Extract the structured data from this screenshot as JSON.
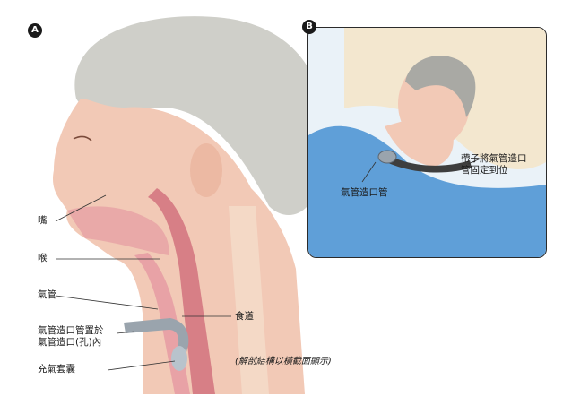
{
  "panel_a": {
    "badge": "A",
    "labels": {
      "mouth": "嘴",
      "throat": "喉",
      "trachea": "氣管",
      "tube_placement_line1": "氣管造口管置於",
      "tube_placement_line2": "氣管造口(孔)內",
      "cuff": "充氣套囊",
      "esophagus": "食道",
      "cross_section_note": "(解剖結構以橫截面顯示)"
    }
  },
  "panel_b": {
    "badge": "B",
    "labels": {
      "tube": "氣管造口管",
      "strap_line1": "帶子將氣管造口",
      "strap_line2": "管固定到位"
    }
  },
  "colors": {
    "skin": "#f2c9b6",
    "hair": "#cfcfc9",
    "airway": "#d77f86",
    "tube": "#9aa4ad",
    "gown": "#5f9fd8",
    "pillow": "#f3e7cf"
  }
}
